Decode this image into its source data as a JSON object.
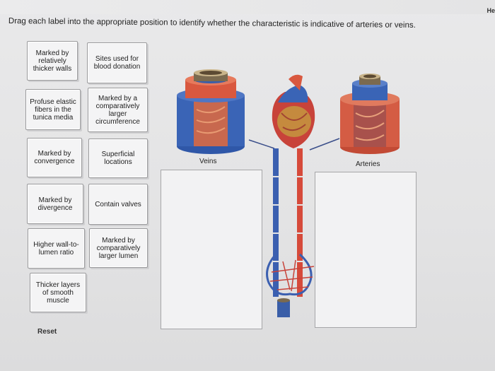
{
  "header": {
    "help_label": "He"
  },
  "instruction": "Drag each label into the appropriate position to identify whether the characteristic is indicative of arteries or veins.",
  "labels": [
    "Marked by relatively thicker walls",
    "Sites used for blood donation",
    "Profuse elastic fibers in the tunica media",
    "Marked by a comparatively larger circumference",
    "Marked by convergence",
    "Superficial locations",
    "Marked by divergence",
    "Contain valves",
    "Higher wall-to-lumen ratio",
    "Marked by comparatively larger lumen",
    "Thicker layers of smooth muscle"
  ],
  "targets": {
    "veins": "Veins",
    "arteries": "Arteries"
  },
  "reset_label": "Reset",
  "cursor_icon": "hand-pointer-icon",
  "colors": {
    "vein_blue": "#3b5fb0",
    "artery_red": "#d64a3a"
  }
}
